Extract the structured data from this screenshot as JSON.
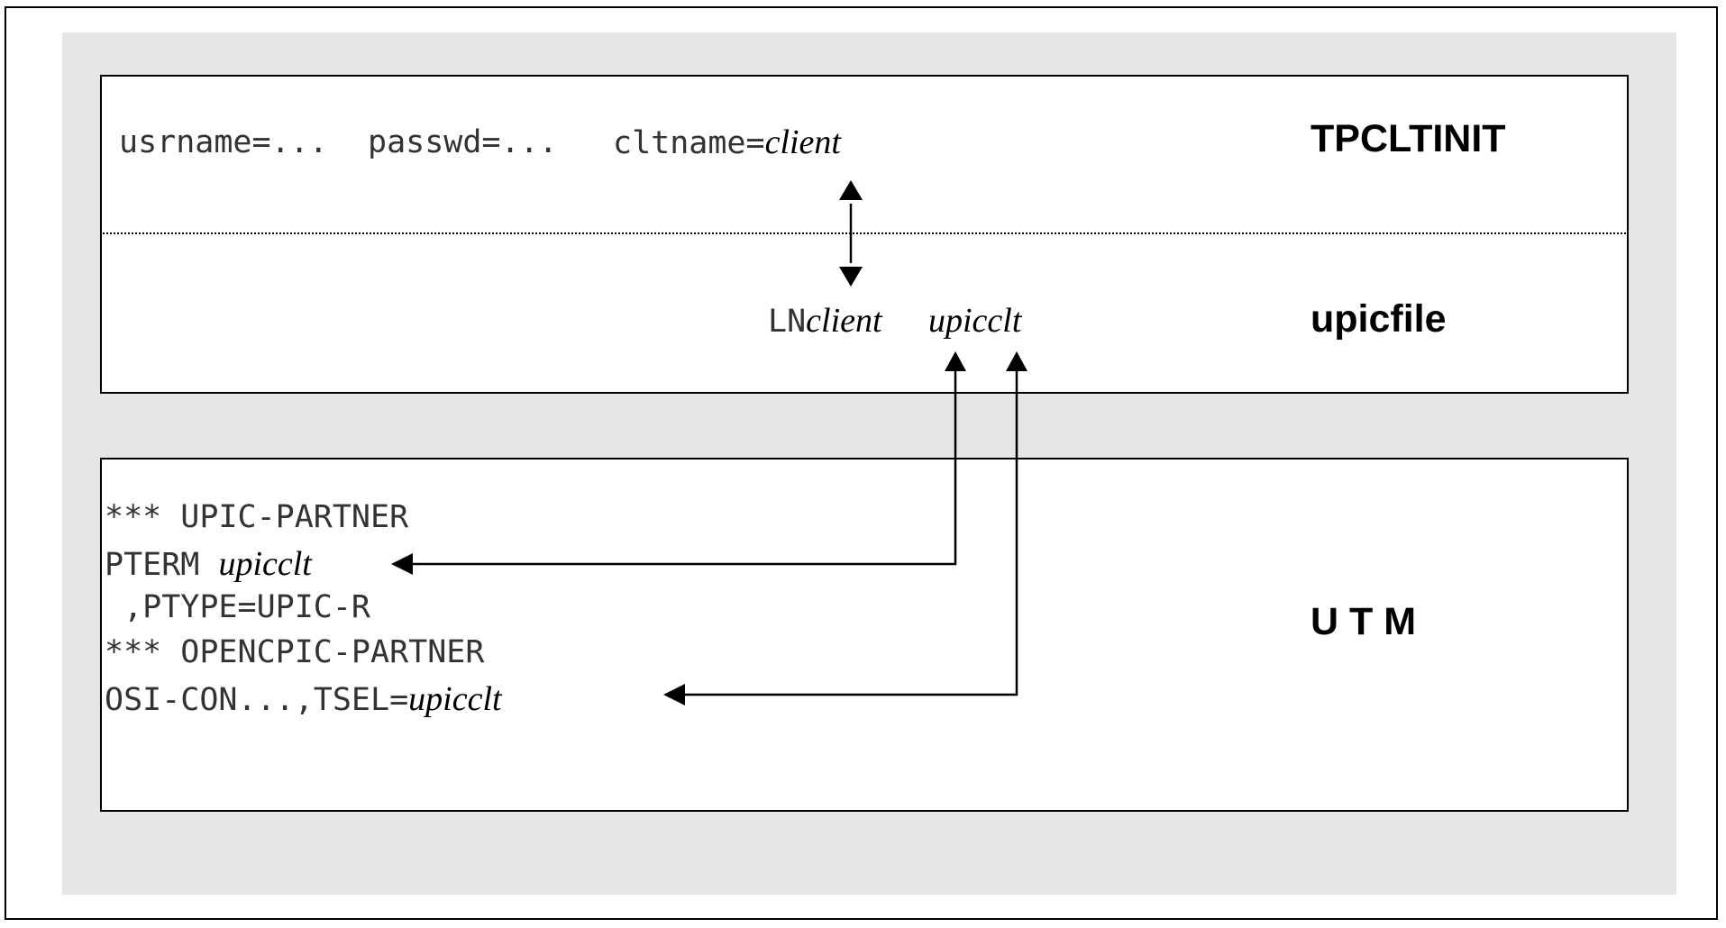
{
  "tpcltinit": {
    "label": "TPCLTINIT",
    "usrname": "usrname=...",
    "passwd": "passwd=...",
    "cltname_prefix": "cltname=",
    "cltname_value": "client"
  },
  "upicfile": {
    "label": "upicfile",
    "ln_prefix": "LN",
    "ln_value": "client",
    "dest_value": "upicclt"
  },
  "utm": {
    "label": "U T M",
    "lines": {
      "l1": "*** UPIC-PARTNER",
      "l2_prefix": "PTERM ",
      "l2_value": "upicclt",
      "l3": " ,PTYPE=UPIC-R",
      "l4": "*** OPENCPIC-PARTNER",
      "l5_prefix": "OSI-CON...,TSEL=",
      "l5_value": "upicclt"
    }
  }
}
